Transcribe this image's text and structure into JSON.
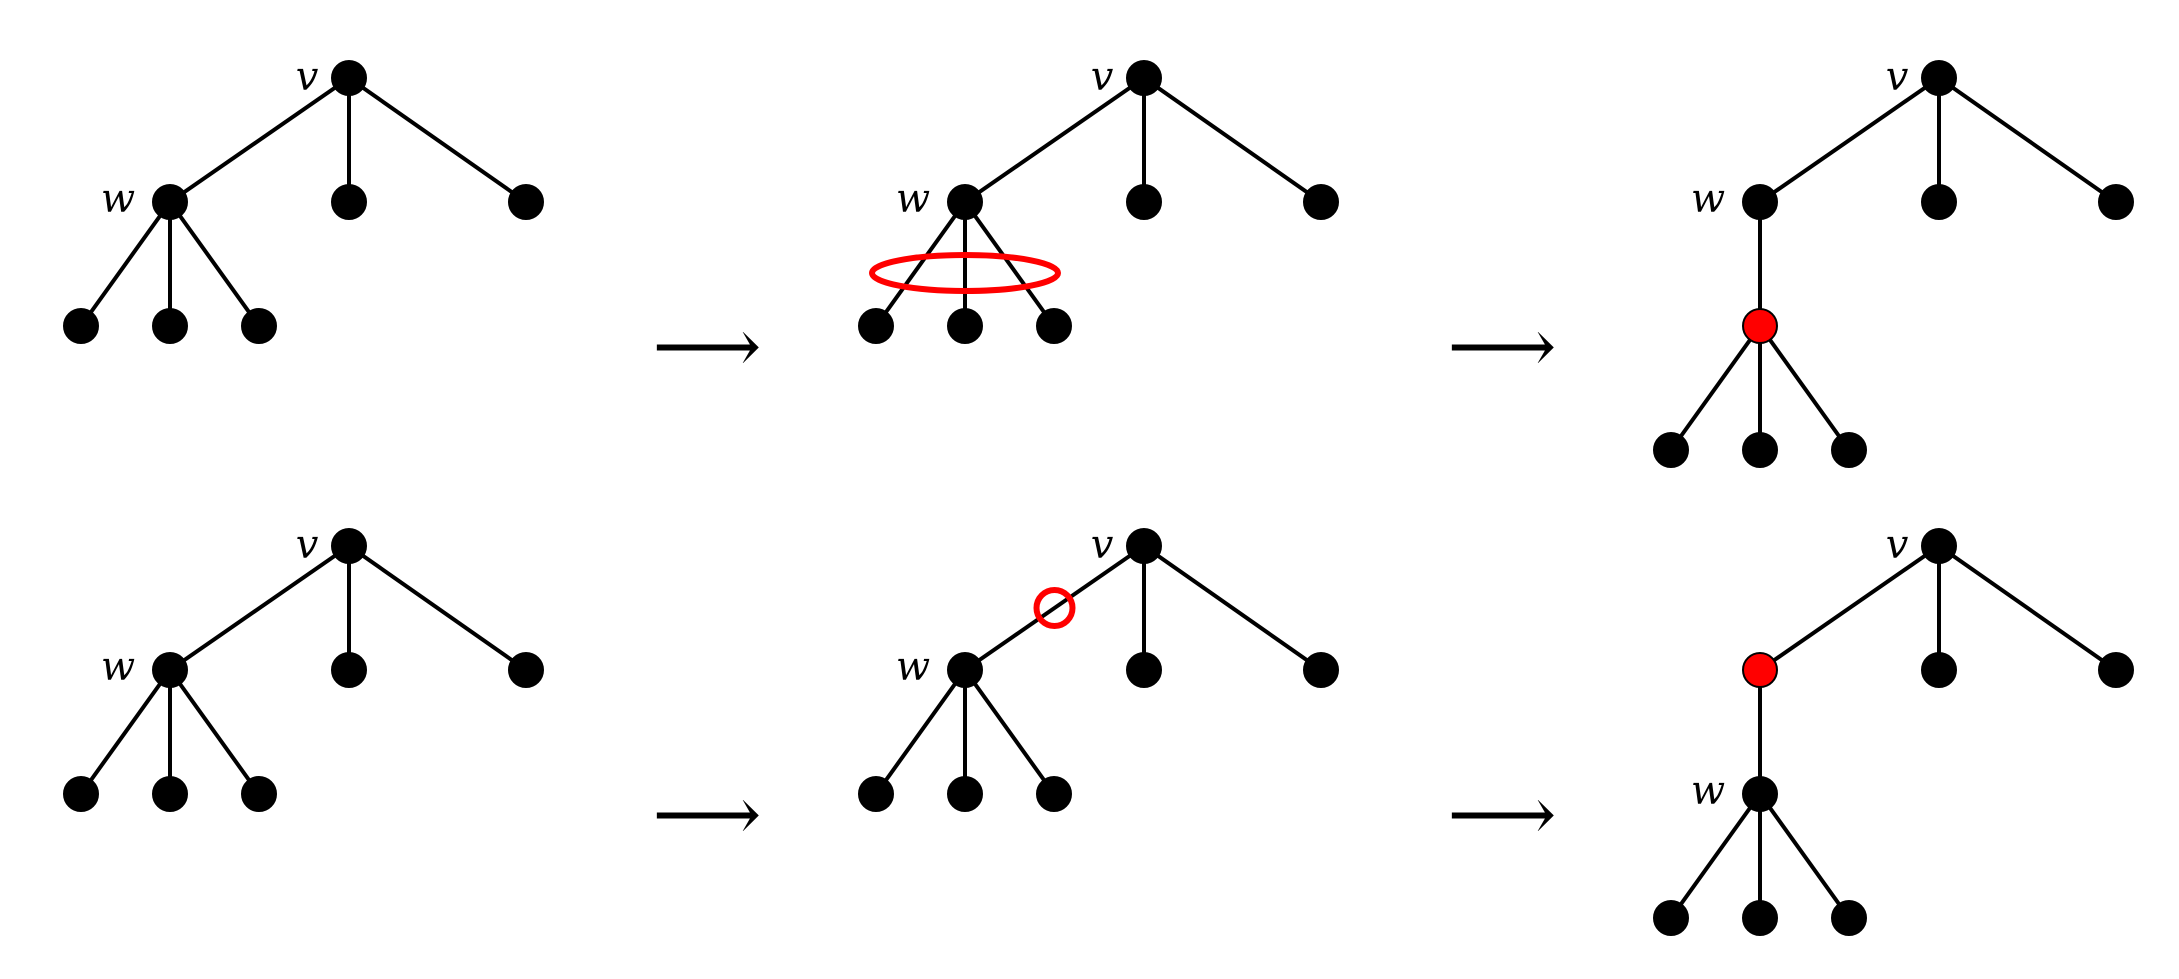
{
  "colors": {
    "node": "#000000",
    "highlight": "#ff0000",
    "edge": "#000000",
    "background": "#ffffff"
  },
  "labels": {
    "v": "v",
    "w": "w"
  },
  "arrow": "⟶",
  "rows": [
    {
      "name": "edge-contraction-row",
      "steps": [
        {
          "marker": "none",
          "highlighted_node": "none",
          "w_position": "child-of-v"
        },
        {
          "marker": "ellipse-over-w-child-edges",
          "highlighted_node": "none",
          "w_position": "child-of-v"
        },
        {
          "marker": "none",
          "highlighted_node": "new-node-below-w",
          "w_position": "child-of-v"
        }
      ]
    },
    {
      "name": "edge-subdivision-row",
      "steps": [
        {
          "marker": "none",
          "highlighted_node": "none",
          "w_position": "child-of-v"
        },
        {
          "marker": "circle-on-edge-v-w",
          "highlighted_node": "none",
          "w_position": "child-of-v"
        },
        {
          "marker": "none",
          "highlighted_node": "new-node-between-v-and-w",
          "w_position": "grandchild-of-v"
        }
      ]
    }
  ]
}
